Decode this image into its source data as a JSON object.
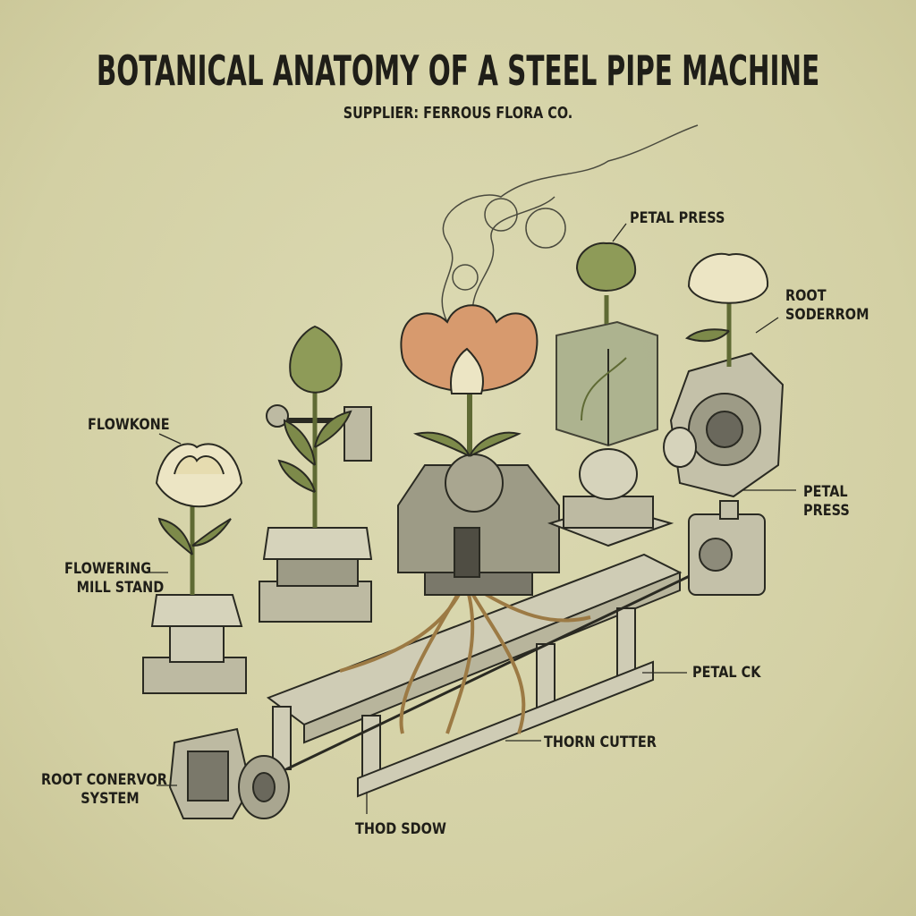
{
  "title": "BOTANICAL ANATOMY OF A STEEL PIPE MACHINE",
  "subtitle": "SUPPLIER: FERROUS FLORA CO.",
  "labels": {
    "petal_press_top": "PETAL PRESS",
    "root_soderrom": [
      "ROOT",
      "SODERROM"
    ],
    "flowkone": "FLOWKONE",
    "flowering_mill_stand": [
      "FLOWERING",
      "MILL STAND"
    ],
    "petal_press_right": [
      "PETAL",
      "PRESS"
    ],
    "petal_ck": "PETAL CK",
    "thorn_cutter": "THORN CUTTER",
    "root_conervor_system": [
      "ROOT CONERVOR",
      "SYSTEM"
    ],
    "thod_sdow": "THOD SDOW"
  },
  "colors": {
    "paper": "#d9d7ae",
    "ink": "#1f1e18",
    "leaf": "#7d8a4a",
    "lotus": "#d79a6e",
    "root": "#d4b27a",
    "metal": "#c9c6b0"
  }
}
